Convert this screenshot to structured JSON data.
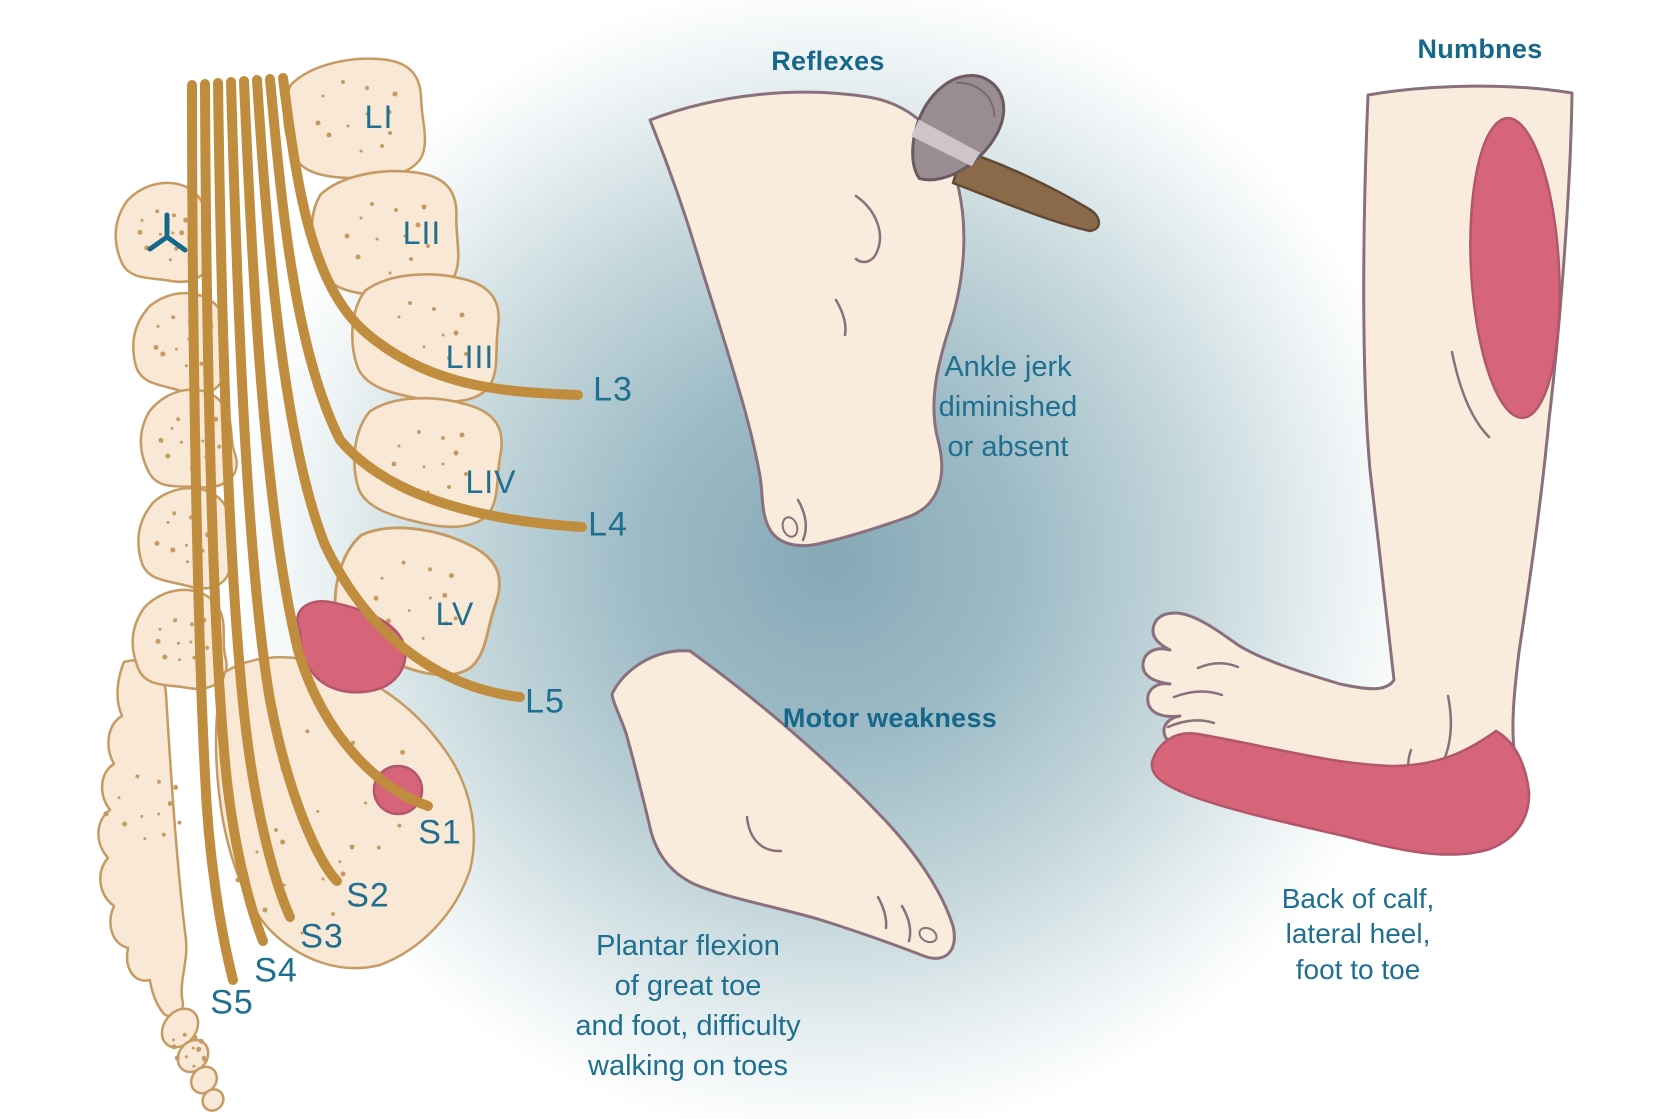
{
  "sections": {
    "reflexes": {
      "title": "Reflexes",
      "description": "Ankle jerk\ndiminished\nor absent"
    },
    "motor_weakness": {
      "title": "Motor weakness",
      "description": "Plantar flexion\nof great toe\nand foot, difficulty\nwalking on toes"
    },
    "numbness": {
      "title": "Numbnes",
      "description": "Back of calf,\nlateral heel,\nfoot to toe"
    }
  },
  "spine": {
    "vertebra_labels": [
      "LI",
      "LII",
      "LIII",
      "LIV",
      "LV"
    ],
    "nerve_root_labels": [
      "L3",
      "L4",
      "L5",
      "S1",
      "S2",
      "S3",
      "S4",
      "S5"
    ]
  },
  "colors": {
    "heading_text": "#15688a",
    "label_text": "#1e6f90",
    "nerve": "#c08d3e",
    "bone_fill": "#f8e8d5",
    "bone_outline": "#c69b63",
    "skin_fill": "#f9ecdd",
    "skin_outline": "#8a6f7c",
    "inflamed_red": "#d76579",
    "hammer_head": "#9a8d92",
    "hammer_handle": "#8a6a49",
    "background_center": "#86a8b6"
  }
}
